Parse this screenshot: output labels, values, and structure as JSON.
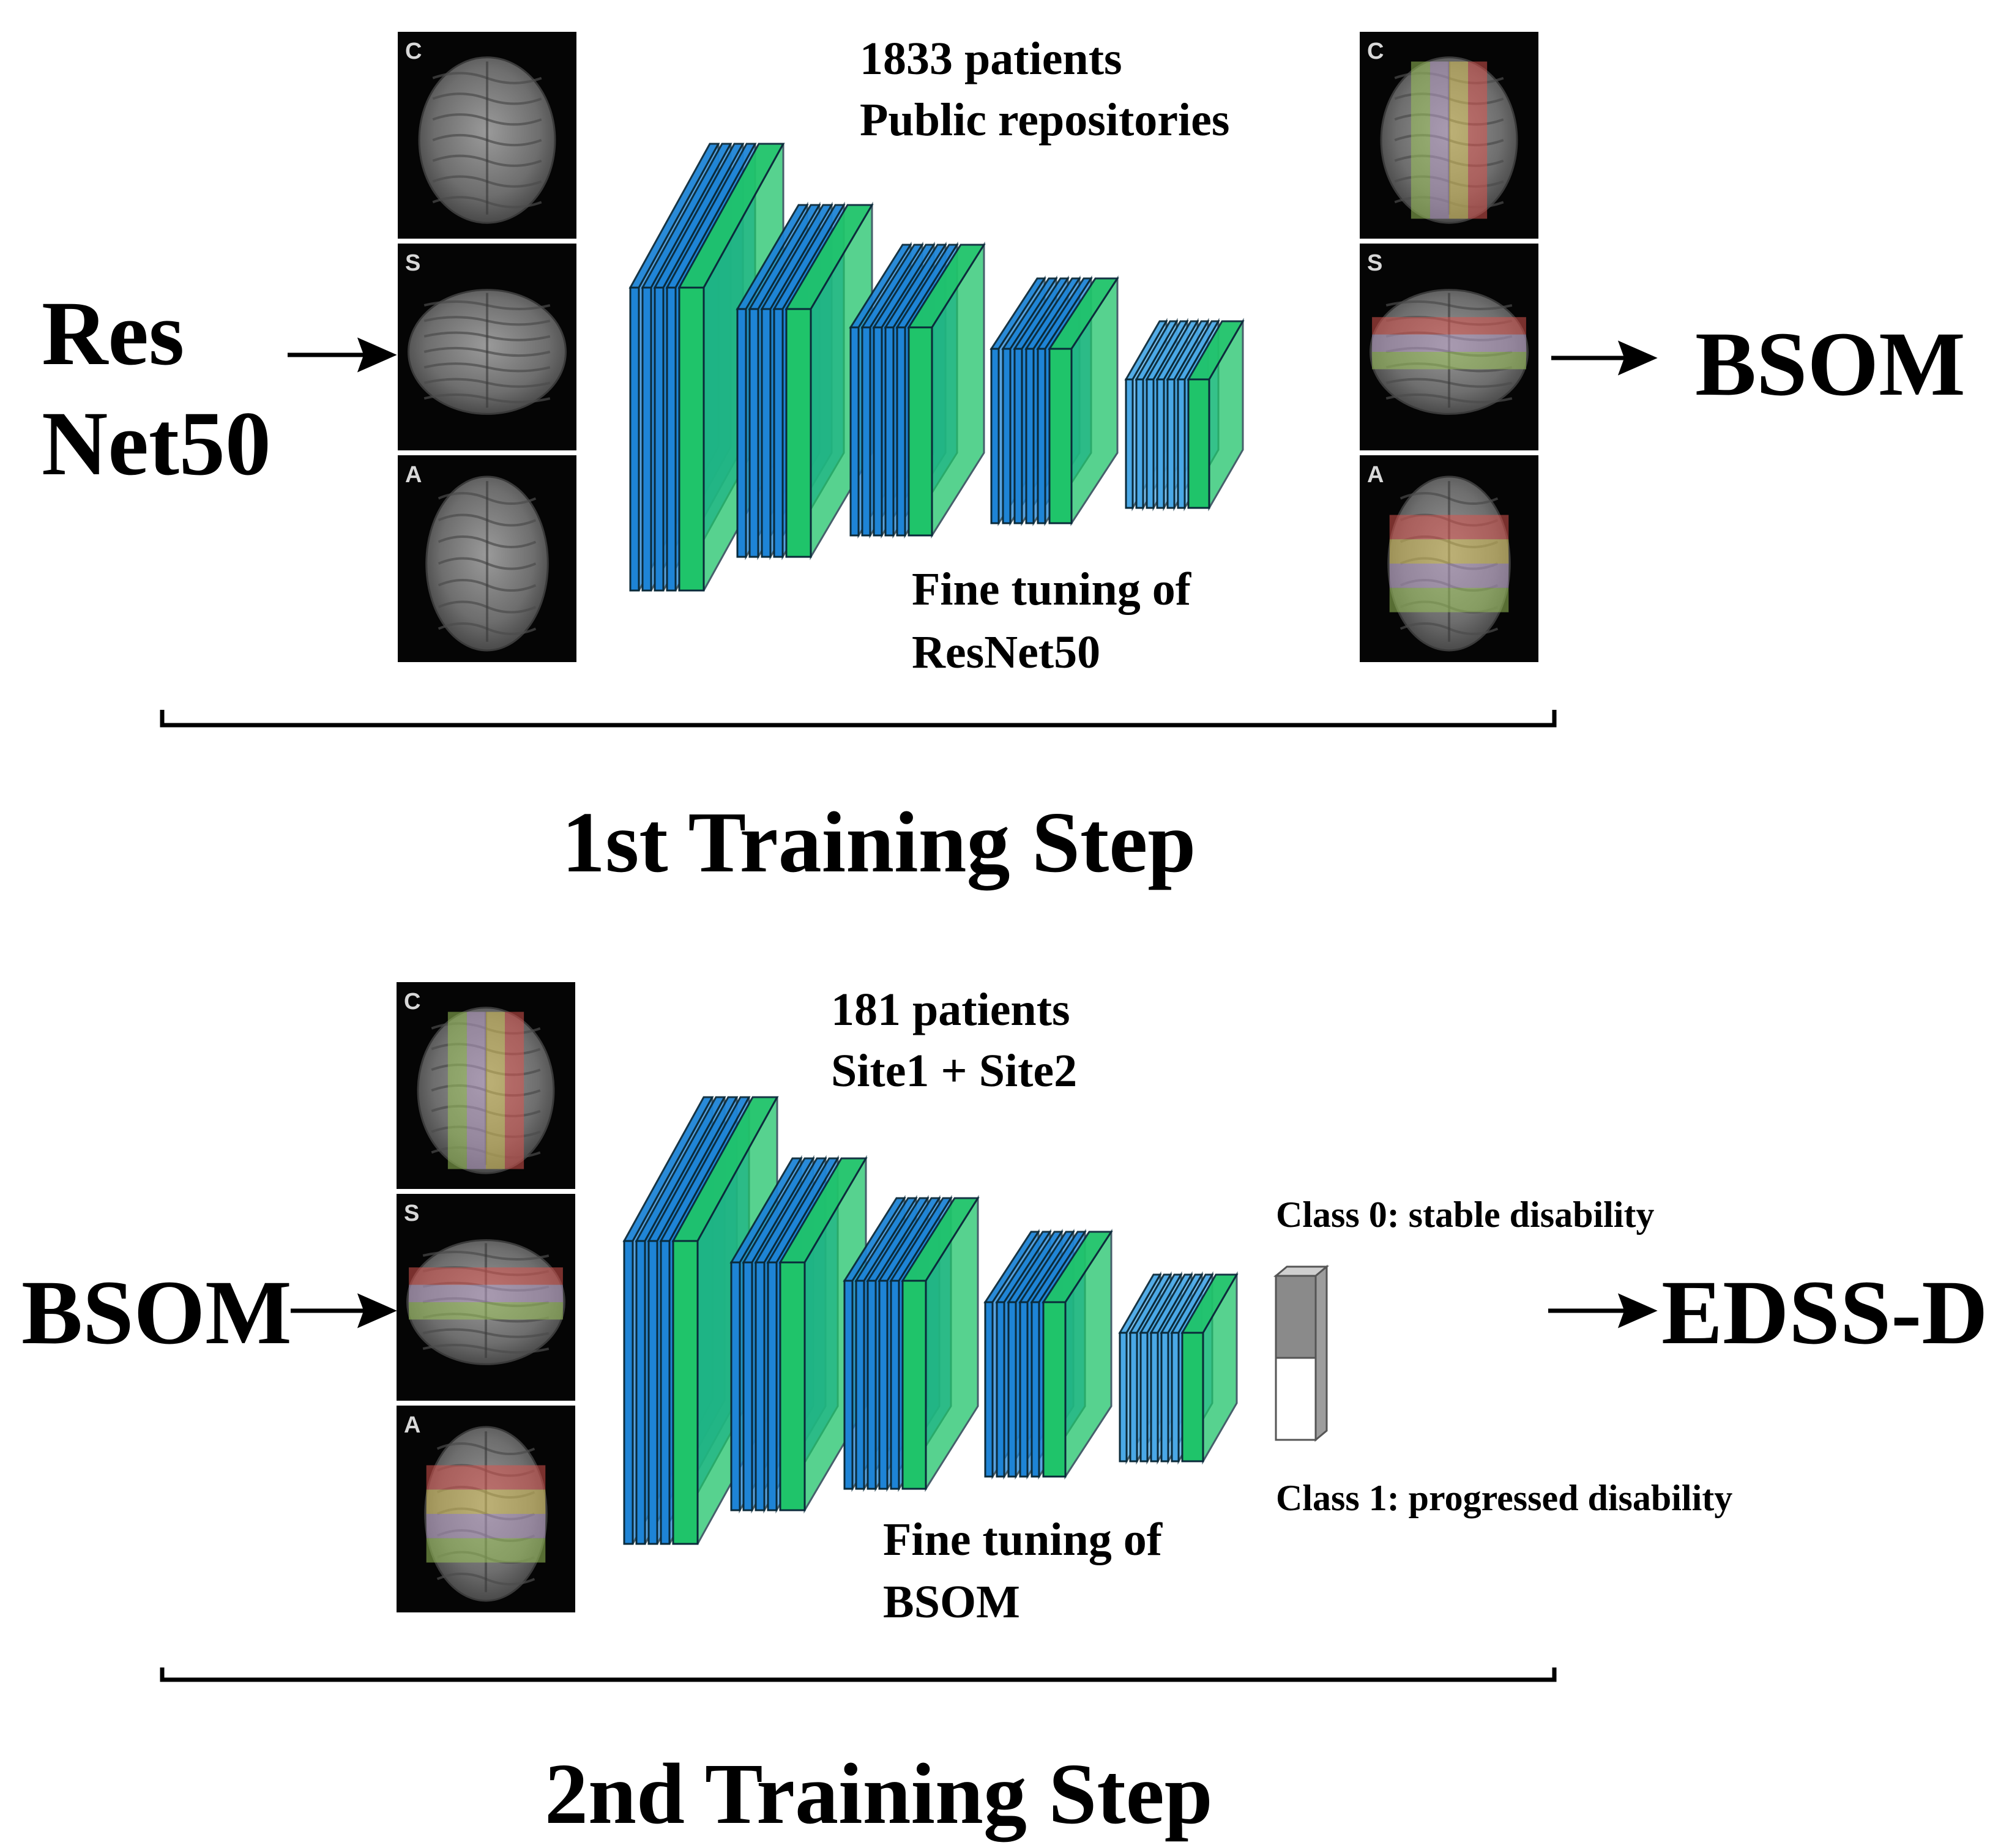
{
  "step1": {
    "input_label_line1": "Res",
    "input_label_line2": "Net50",
    "output_label": "BSOM",
    "dataset_line1": "1833 patients",
    "dataset_line2": "Public repositories",
    "tuning_line1": "Fine tuning of",
    "tuning_line2": "ResNet50",
    "step_title": "1st Training Step"
  },
  "step2": {
    "input_label": "BSOM",
    "output_label": "EDSS-D",
    "dataset_line1": "181 patients",
    "dataset_line2": "Site1 + Site2",
    "tuning_line1": "Fine tuning of",
    "tuning_line2": "BSOM",
    "class0": "Class 0: stable disability",
    "class1": "Class 1: progressed disability",
    "step_title": "2nd Training Step"
  },
  "view_letters": {
    "coronal": "C",
    "sagittal": "S",
    "axial": "A"
  },
  "colors": {
    "layer_blue": "#1e84d6",
    "layer_light_blue": "#4aa8e6",
    "layer_green": "#1fc46a",
    "band_red": "#d9534f",
    "band_yellow": "#d8c25a",
    "band_purple": "#b59ac2",
    "band_green": "#9bc25a"
  }
}
